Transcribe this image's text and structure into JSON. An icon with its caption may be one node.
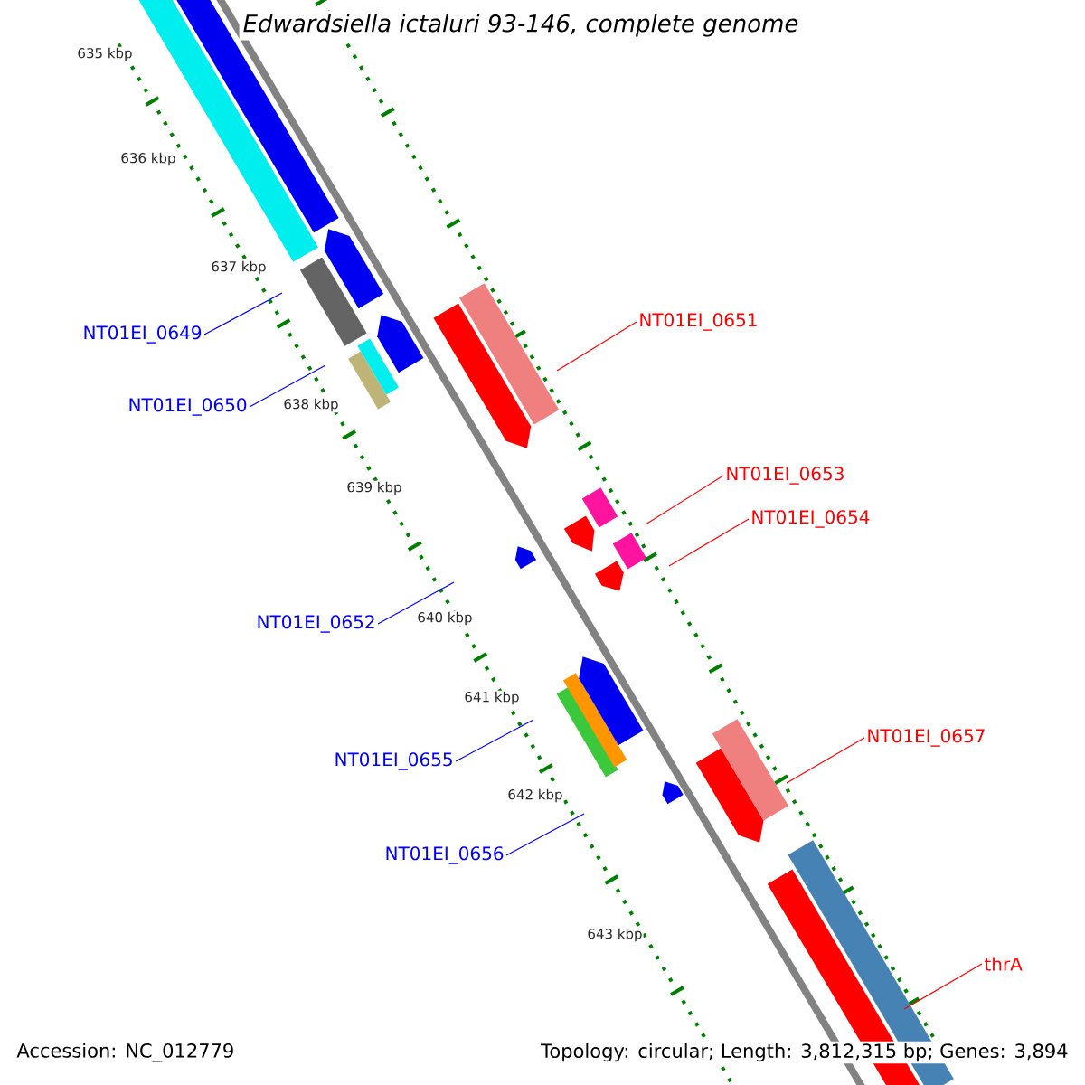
{
  "diagram": {
    "title": "Edwardsiella ictaluri 93-146, complete genome",
    "nodes": [
      {
        "text": [
          "NT01EI_0651"
        ]
      },
      {
        "text": [
          "NT01EI_0649"
        ]
      },
      {
        "text": [
          "NT01EI_0650"
        ]
      },
      {
        "text": [
          "NT01EI_0653"
        ]
      },
      {
        "text": [
          "NT01EI_0654"
        ]
      },
      {
        "text": [
          "NT01EI_0652"
        ]
      },
      {
        "text": [
          "NT01EI_0655"
        ]
      },
      {
        "text": [
          "NT01EI_0657"
        ]
      },
      {
        "text": [
          "NT01EI_0656"
        ]
      },
      {
        "text": [
          "thrA"
        ]
      }
    ],
    "edges": [
      {
        "from": 0,
        "to": null,
        "arrow": "none",
        "color": "#ff0000"
      },
      {
        "from": 1,
        "to": null,
        "arrow": "none",
        "color": "#0000ff"
      },
      {
        "from": 2,
        "to": null,
        "arrow": "none",
        "color": "#0000ff"
      },
      {
        "from": 3,
        "to": null,
        "arrow": "none",
        "color": "#ff0000"
      },
      {
        "from": 4,
        "to": null,
        "arrow": "none",
        "color": "#ff0000"
      },
      {
        "from": 5,
        "to": null,
        "arrow": "none",
        "color": "#0000ff"
      },
      {
        "from": 6,
        "to": null,
        "arrow": "none",
        "color": "#0000ff"
      },
      {
        "from": 7,
        "to": null,
        "arrow": "none",
        "color": "#ff0000"
      },
      {
        "from": 8,
        "to": null,
        "arrow": "none",
        "color": "#0000ff"
      },
      {
        "from": 9,
        "to": null,
        "arrow": "none",
        "color": "#ff0000"
      }
    ],
    "labels": [
      "635 kbp",
      "636 kbp",
      "637 kbp",
      "638 kbp",
      "639 kbp",
      "640 kbp",
      "641 kbp",
      "642 kbp",
      "643 kbp",
      "Accession: NC_012779",
      "Topology: circular; Length: 3,812,315 bp; Genes: 3,894"
    ]
  }
}
